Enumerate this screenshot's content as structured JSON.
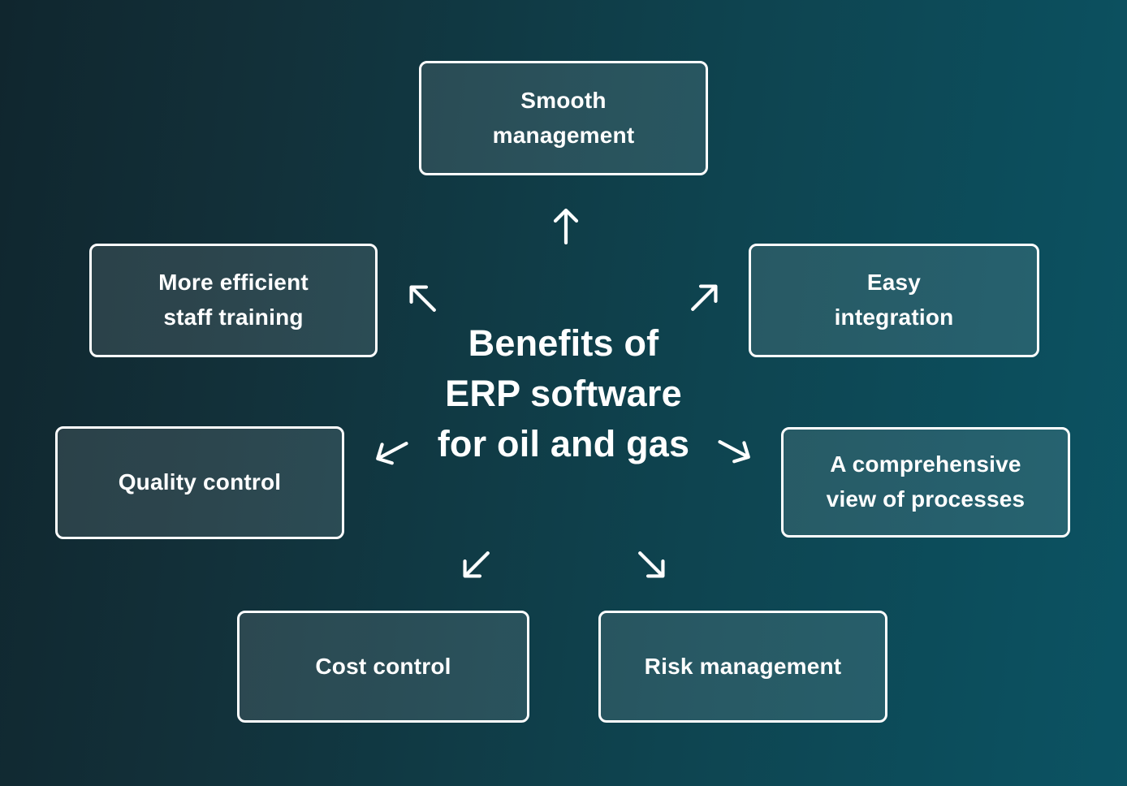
{
  "background": {
    "gradient_left": "#10262e",
    "gradient_right": "#0b5363"
  },
  "colors": {
    "box_border": "#ffffff",
    "box_fill_overlay": "rgba(255,255,255,0.11)",
    "text": "#ffffff"
  },
  "title": {
    "text": "Benefits of\nERP software\nfor oil and gas"
  },
  "boxes": [
    {
      "id": "smooth-management",
      "label": "Smooth\nmanagement"
    },
    {
      "id": "more-efficient-staff-training",
      "label": "More efficient\nstaff training"
    },
    {
      "id": "easy-integration",
      "label": "Easy\nintegration"
    },
    {
      "id": "quality-control",
      "label": "Quality control"
    },
    {
      "id": "comprehensive-view-of-processes",
      "label": "A comprehensive\nview of processes"
    },
    {
      "id": "cost-control",
      "label": "Cost control"
    },
    {
      "id": "risk-management",
      "label": "Risk management"
    }
  ],
  "arrows": [
    {
      "name": "arrow-up-icon",
      "direction": "up"
    },
    {
      "name": "arrow-up-left-icon",
      "direction": "up-left"
    },
    {
      "name": "arrow-up-right-icon",
      "direction": "up-right"
    },
    {
      "name": "arrow-left-down-icon",
      "direction": "left-down"
    },
    {
      "name": "arrow-right-down-icon",
      "direction": "right-down"
    },
    {
      "name": "arrow-down-left-icon",
      "direction": "down-left"
    },
    {
      "name": "arrow-down-right-icon",
      "direction": "down-right"
    }
  ]
}
